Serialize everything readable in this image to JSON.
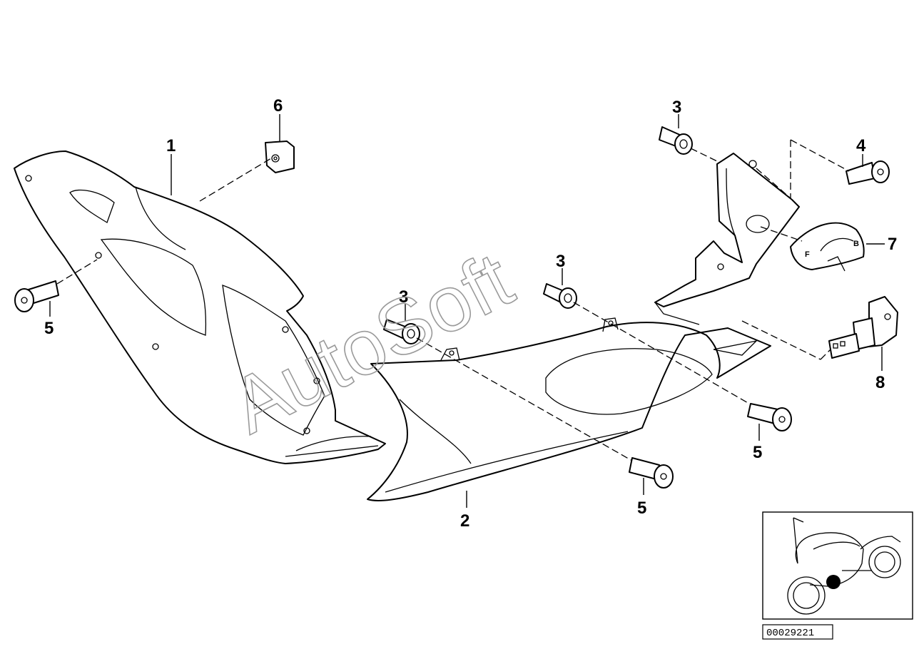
{
  "diagram": {
    "callouts": {
      "c1": "1",
      "c2": "2",
      "c3a": "3",
      "c3b": "3",
      "c3c": "3",
      "c4": "4",
      "c5a": "5",
      "c5b": "5",
      "c5c": "5",
      "c6": "6",
      "c7": "7",
      "c8": "8"
    },
    "gauge_labels": {
      "left": "F",
      "right": "B"
    },
    "watermark": "AutoSoft",
    "catalog_number": "00029221"
  }
}
